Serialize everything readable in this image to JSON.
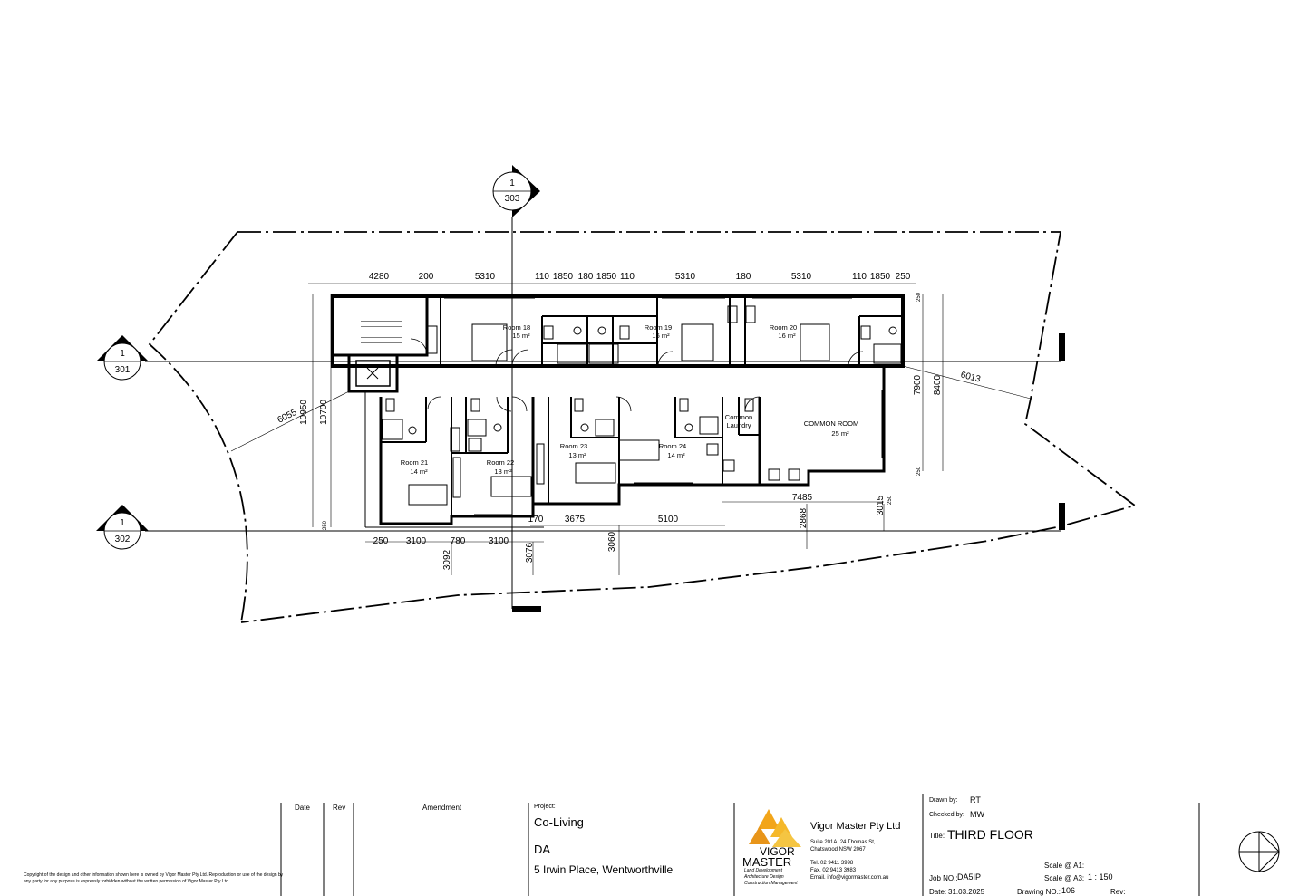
{
  "plan": {
    "section_markers": [
      {
        "num": "1",
        "sheet": "303"
      },
      {
        "num": "1",
        "sheet": "301"
      },
      {
        "num": "1",
        "sheet": "302"
      }
    ],
    "top_dims": [
      "4280",
      "200",
      "5310",
      "110",
      "1850",
      "180",
      "1850",
      "110",
      "5310",
      "180",
      "5310",
      "110",
      "1850",
      "250"
    ],
    "bottom_dims": [
      "250",
      "3100",
      "780",
      "3100",
      "170",
      "3675",
      "5100",
      "7485"
    ],
    "vertical_dims": [
      "10700",
      "10950",
      "6055",
      "250",
      "3092",
      "3076",
      "3060",
      "2868",
      "3015",
      "250",
      "7900",
      "8400",
      "250",
      "250"
    ],
    "diag_dim": "6013",
    "rooms": [
      {
        "name": "Room 18",
        "area": "15 m²"
      },
      {
        "name": "Room 19",
        "area": "16 m²"
      },
      {
        "name": "Room 20",
        "area": "16 m²"
      },
      {
        "name": "Room 21",
        "area": "14 m²"
      },
      {
        "name": "Room 22",
        "area": "13 m²"
      },
      {
        "name": "Room 23",
        "area": "13 m²"
      },
      {
        "name": "Room 24",
        "area": "14 m²"
      },
      {
        "name": "COMMON ROOM",
        "area": "25 m²"
      }
    ],
    "laundry": [
      "Common",
      "Laundry"
    ]
  },
  "title_block": {
    "copyright": [
      "Copyright of the design and other information shown here is owned by Vigor Master Pty Ltd.  Reproduction or use of the design by",
      "any party for any purpose is expressly forbidden without the written permission of Vigor Master Pty Ltd"
    ],
    "col_date": "Date",
    "col_rev": "Rev",
    "col_amendment": "Amendment",
    "project_label": "Project:",
    "project_name": "Co-Living",
    "project_stage": "DA",
    "project_address": "5 Irwin Place, Wentworthville",
    "logo_top": "VIGOR",
    "logo_bottom": "MASTER",
    "logo_tags": [
      "Land Development",
      "Architecture Design",
      "Construction Management"
    ],
    "company": "Vigor Master Pty Ltd",
    "address": [
      "Suite 201A, 24 Thomas St,",
      "Chatswood NSW 2067"
    ],
    "tel": "Tel.  02 9411 3998",
    "fax": "Fax.  02 9413 3983",
    "email": "Email.  info@vigormaster.com.au",
    "drawn_label": "Drawn by:",
    "drawn": "RT",
    "checked_label": "Checked by:",
    "checked": "MW",
    "title_label": "Title:",
    "title": "THIRD FLOOR",
    "job_label": "Job NO.:",
    "job": "DA5IP",
    "scale_a1_label": "Scale @ A1:",
    "scale_a1": "",
    "scale_a3_label": "Scale @ A3:",
    "scale_a3": "1 : 150",
    "date_label": "Date:",
    "date": "31.03.2025",
    "drawing_label": "Drawing NO.:",
    "drawing": "106",
    "rev_label": "Rev:",
    "rev": ""
  }
}
